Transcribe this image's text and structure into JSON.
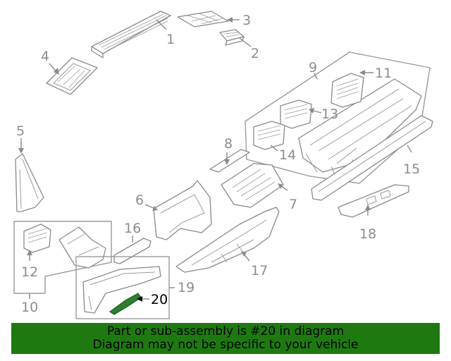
{
  "callouts": {
    "c1": "1",
    "c2": "2",
    "c3": "3",
    "c4": "4",
    "c5": "5",
    "c6": "6",
    "c7": "7",
    "c8": "8",
    "c9": "9",
    "c10": "10",
    "c11": "11",
    "c12": "12",
    "c13": "13",
    "c14": "14",
    "c15": "15",
    "c16": "16",
    "c17": "17",
    "c18": "18",
    "c19": "19",
    "c20": "20"
  },
  "banner": {
    "line1": "Part or sub-assembly is #20 in diagram",
    "line2": "Diagram may not be specific to your vehicle"
  },
  "colors": {
    "highlight": "#2e7d32",
    "banner": "#1e7a10",
    "line": "#8a8a8a"
  }
}
